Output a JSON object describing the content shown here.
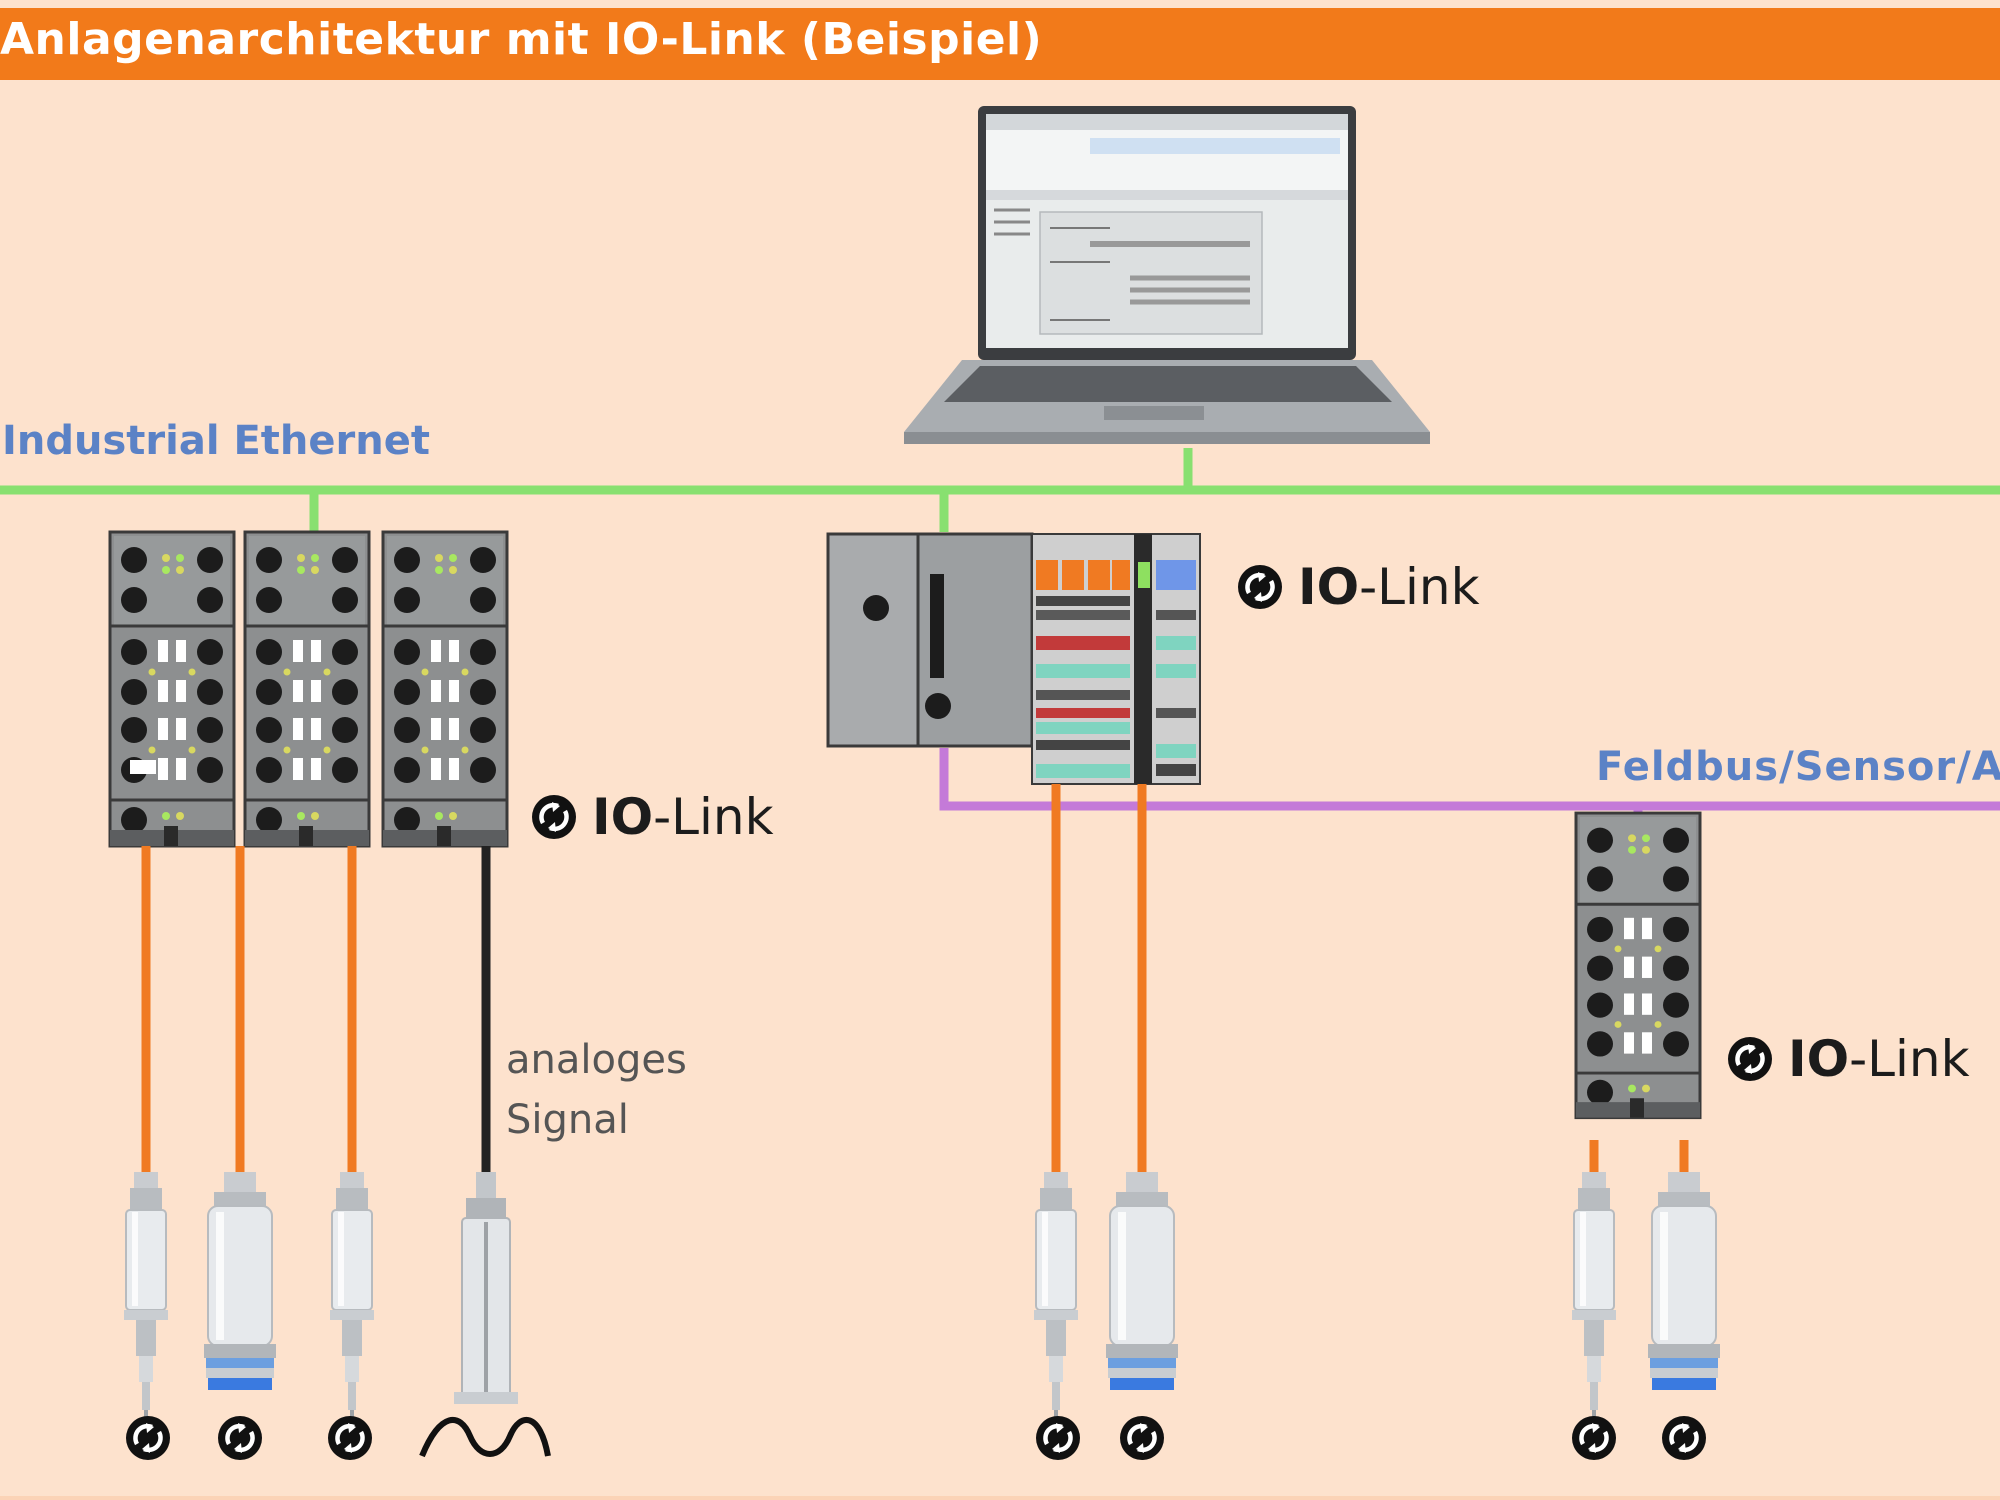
{
  "title": "Anlagenarchitektur mit IO-Link (Beispiel)",
  "labels": {
    "industrial_ethernet": "Industrial Ethernet",
    "feldbus": "Feldbus/Sensor/A",
    "analog_line1": "analoges",
    "analog_line2": "Signal"
  },
  "iolink": {
    "bold": "IO",
    "rest": "-Link"
  },
  "colors": {
    "background": "#fde2cd",
    "title_bar": "#f27a1a",
    "ethernet_line": "#88e070",
    "fieldbus_line": "#c47ad8",
    "iolink_cable": "#f07a22",
    "analog_cable": "#222222",
    "label_blue": "#5b82c6"
  },
  "icons": [
    "laptop-icon",
    "io-module-icon",
    "plc-controller-icon",
    "sensor-icon",
    "io-link-logo-icon",
    "sine-wave-icon"
  ]
}
